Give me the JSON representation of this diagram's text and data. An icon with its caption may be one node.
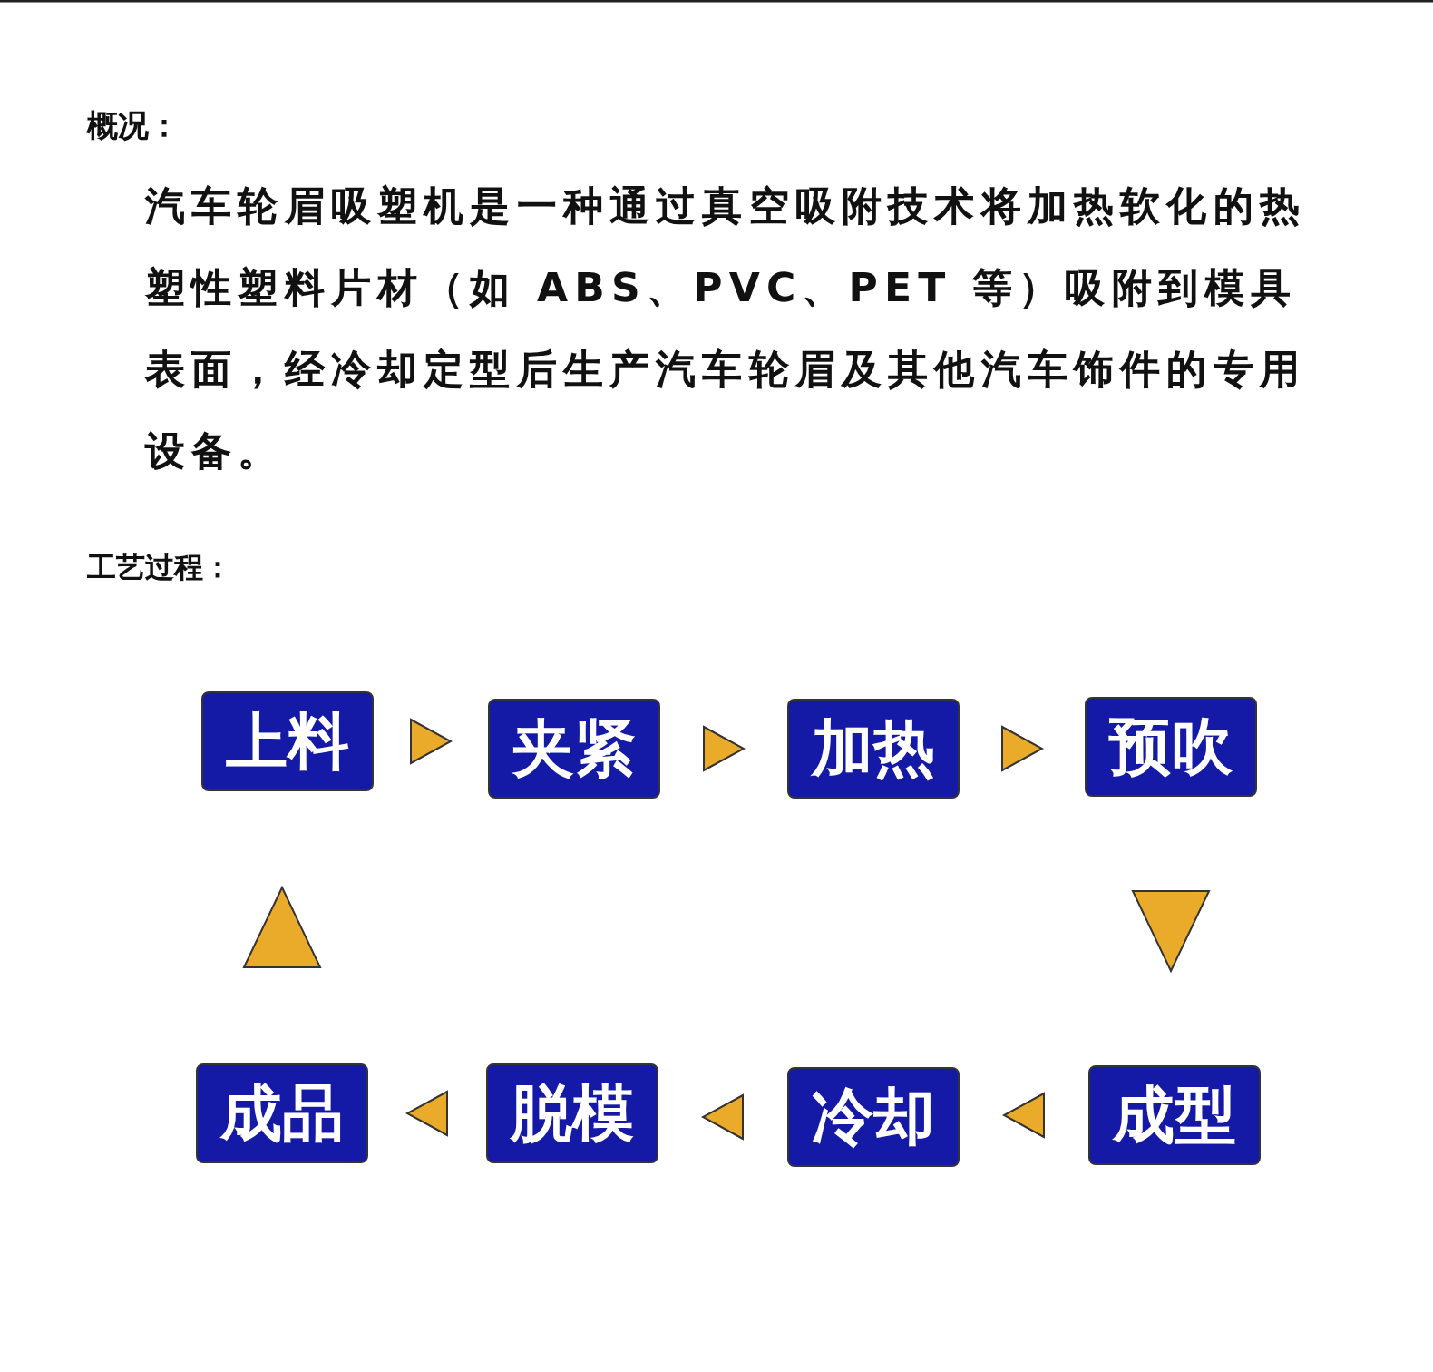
{
  "diagram": {
    "nodes": [
      {
        "text": [
          "上料"
        ]
      },
      {
        "text": [
          "夹紧"
        ]
      },
      {
        "text": [
          "加热"
        ]
      },
      {
        "text": [
          "预吹"
        ]
      },
      {
        "text": [
          "成品"
        ]
      },
      {
        "text": [
          "脱模"
        ]
      },
      {
        "text": [
          "冷却"
        ]
      },
      {
        "text": [
          "成型"
        ]
      }
    ],
    "edges": [
      {
        "from": 0,
        "to": 1,
        "arrow": "to"
      },
      {
        "from": 1,
        "to": 2,
        "arrow": "to"
      },
      {
        "from": 2,
        "to": 3,
        "arrow": "to"
      },
      {
        "from": 3,
        "to": 7,
        "arrow": "to"
      },
      {
        "from": 7,
        "to": 6,
        "arrow": "to"
      },
      {
        "from": 6,
        "to": 5,
        "arrow": "to"
      },
      {
        "from": 5,
        "to": 4,
        "arrow": "to"
      },
      {
        "from": 4,
        "to": 0,
        "arrow": "to"
      }
    ],
    "labels": [
      "概况：",
      "汽车轮眉吸塑机是一种通过真空吸附技术将加热软化的热塑性塑料片材（如 ABS、PVC、PET 等）吸附到模具表面，经冷却定型后生产汽车轮眉及其他汽车饰件的专用设备。",
      "工艺过程："
    ]
  }
}
